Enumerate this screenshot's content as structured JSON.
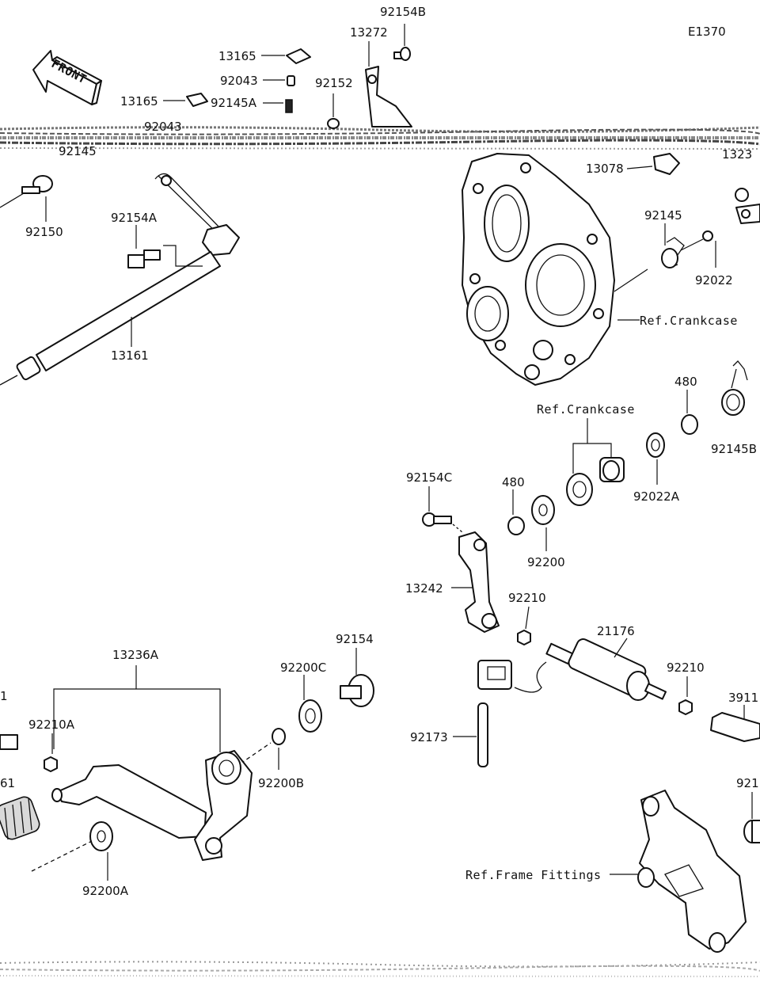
{
  "diagram": {
    "code": "E1370",
    "front_label": "FRONT",
    "labels": {
      "p92154B": "92154B",
      "p13272": "13272",
      "p13165_a": "13165",
      "p92043_a": "92043",
      "p92152": "92152",
      "p13165_b": "13165",
      "p92145A": "92145A",
      "p92043_b": "92043",
      "p92145_cut": "92145",
      "p13078": "13078",
      "p132_cut": "1323",
      "p92150": "92150",
      "p92154A": "92154A",
      "p13161": "13161",
      "p92145": "92145",
      "p92022": "92022",
      "ref_crankcase_1": "Ref.Crankcase",
      "p480_a": "480",
      "p92145B": "92145B",
      "ref_crankcase_2": "Ref.Crankcase",
      "p92022A": "92022A",
      "p92154C": "92154C",
      "p480_b": "480",
      "p92200": "92200",
      "p13242": "13242",
      "p92210_a": "92210",
      "p21176": "21176",
      "p92210_b": "92210",
      "p3911_cut": "3911",
      "p92154": "92154",
      "p92200C": "92200C",
      "p13236A": "13236A",
      "p1_cut": "1",
      "p92210A": "92210A",
      "p61_cut": "61",
      "p92200B": "92200B",
      "p92200A": "92200A",
      "p92173": "92173",
      "p921_cut": "921",
      "ref_frame_fittings": "Ref.Frame Fittings"
    }
  }
}
